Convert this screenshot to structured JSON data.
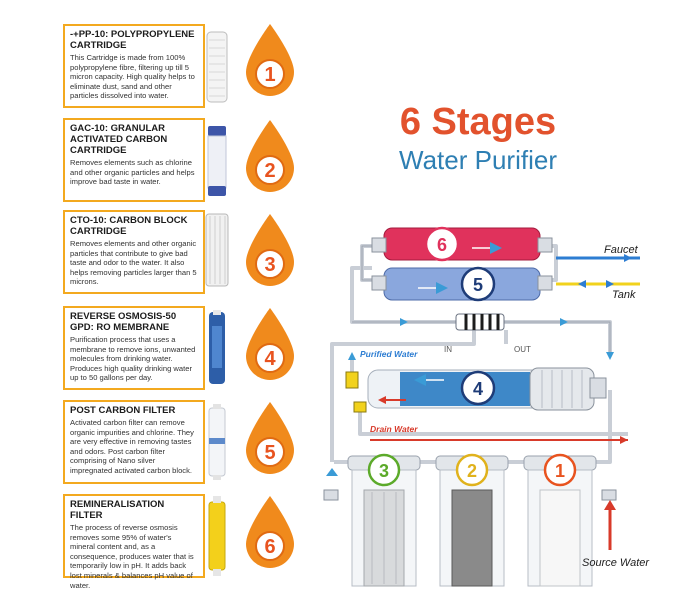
{
  "header": {
    "title": "6 Stages",
    "subtitle": "Water Purifier"
  },
  "stages": [
    {
      "number": "1",
      "title": "-+PP-10: POLYPROPYLENE CARTRIDGE",
      "description": "This Cartridge is made from 100% polypropylene fibre, filtering up till 5 micron capacity. High quality helps to eliminate dust, sand and other particles dissolved into water."
    },
    {
      "number": "2",
      "title": "GAC-10: GRANULAR ACTIVATED CARBON CARTRIDGE",
      "description": "Removes elements such as chlorine and other organic particles and helps improve bad taste in water."
    },
    {
      "number": "3",
      "title": "CTO-10: CARBON BLOCK CARTRIDGE",
      "description": "Removes elements and other organic particles that contribute to give bad taste and odor to the water. It also helps removing particles larger than 5 microns."
    },
    {
      "number": "4",
      "title": "REVERSE OSMOSIS-50 GPD: RO MEMBRANE",
      "description": "Purification process that uses a membrane to remove ions, unwanted molecules from drinking water. Produces high quality drinking water up to 50 gallons per day."
    },
    {
      "number": "5",
      "title": "POST CARBON FILTER",
      "description": "Activated carbon filter can remove organic impurities and chlorine. They are very effective in removing tastes and odors. Post carbon filter comprising of Nano silver impregnated activated carbon block."
    },
    {
      "number": "6",
      "title": "REMINERALISATION FILTER",
      "description": "The process of reverse osmosis removes some 95% of water's mineral content and, as a consequence, produces water that is temporarily low in pH. It adds back lost minerals & balances pH value of water."
    }
  ],
  "diagram": {
    "faucet": "Faucet",
    "tank": "Tank",
    "in": "IN",
    "out": "OUT",
    "purified_water": "Purified Water",
    "drain_water": "Drain Water",
    "source_water": "Source Water",
    "labels": [
      "6",
      "5",
      "4",
      "3",
      "2",
      "1"
    ]
  },
  "colors": {
    "card_border": "#f3a91f",
    "title_red": "#e2522d",
    "title_blue": "#2e7fb3",
    "drop_orange": "#f08a1c",
    "filter6": "#e0325c",
    "filter5": "#8aa7dd",
    "membrane": "#3e88c8"
  }
}
